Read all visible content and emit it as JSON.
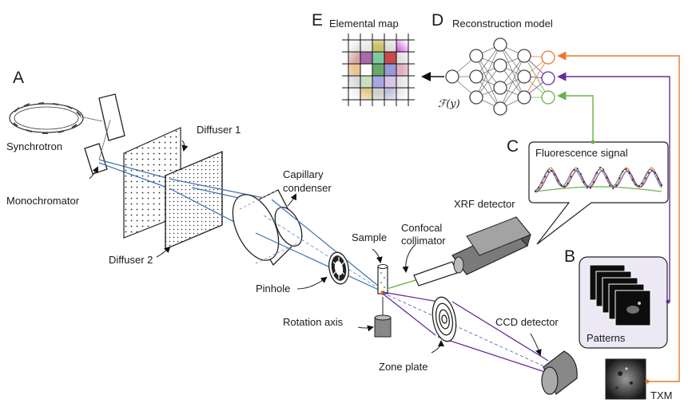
{
  "panels": {
    "a": "A",
    "b": "B",
    "c": "C",
    "d": "D",
    "e": "E"
  },
  "labels": {
    "synchrotron": "Synchrotron",
    "monochromator": "Monochromator",
    "diffuser1": "Diffuser 1",
    "diffuser2": "Diffuser 2",
    "capillary1": "Capillary",
    "capillary2": "condenser",
    "pinhole": "Pinhole",
    "sample": "Sample",
    "confocal1": "Confocal",
    "confocal2": "collimator",
    "xrf_detector": "XRF detector",
    "rotation_axis": "Rotation axis",
    "zone_plate": "Zone plate",
    "ccd_detector": "CCD detector",
    "fluorescence_signal": "Fluorescence signal",
    "patterns": "Patterns",
    "txm": "TXM",
    "elemental_map": "Elemental map",
    "reconstruction_model": "Reconstruction model",
    "formula": "ℱ(y)"
  },
  "colors": {
    "beam": "#3b6fb5",
    "purple": "#6a2c9c",
    "orange": "#e8792b",
    "green": "#6ab04c",
    "panel_fill": "#ece8f4"
  },
  "map_cells": [
    [
      "#d9d9d9",
      "#e6e6e6",
      "#c9c26a",
      "#dcdcdc",
      "#c23bd6"
    ],
    [
      "#d4a4a4",
      "#a86aa8",
      "#7ec9a4",
      "#c84a4a",
      "#e0e0e0"
    ],
    [
      "#e8c490",
      "#ffffff",
      "#6aa86a",
      "#9a9ad6",
      "#e2b0c4"
    ],
    [
      "#d9d9d9",
      "#c9e0c0",
      "#a8a8e0",
      "#d8c4e6",
      "#e4e4e4"
    ],
    [
      "#e6e6e6",
      "#e4c888",
      "#d0d0d0",
      "#c0c0e0",
      "#dddddd"
    ]
  ]
}
